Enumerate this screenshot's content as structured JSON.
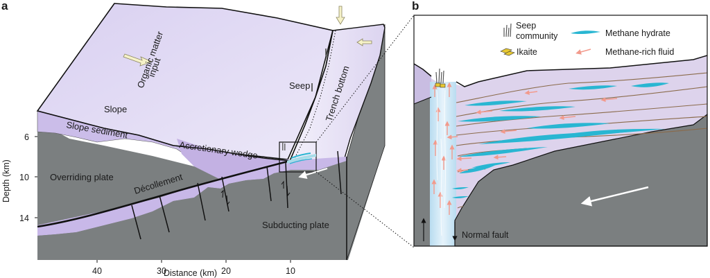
{
  "panels": {
    "a": {
      "letter": "a",
      "labels": {
        "organic_matter_line1": "Organic matter",
        "organic_matter_line2": "input",
        "slope": "Slope",
        "slope_sediment": "Slope sediment",
        "accretionary_wedge": "Accretionary wedge",
        "overriding_plate": "Overriding plate",
        "decollement": "Décollement",
        "subducting_plate": "Subducting plate",
        "seep": "Seep",
        "trench_bottom": "Trench bottom"
      },
      "y_axis": {
        "label": "Depth (km)",
        "ticks": [
          "6",
          "10",
          "14"
        ]
      },
      "x_axis": {
        "label": "Distance (km)",
        "ticks": [
          "40",
          "30",
          "20",
          "10"
        ]
      }
    },
    "b": {
      "letter": "b",
      "legend": [
        {
          "icon": "seep-community-icon",
          "label_line1": "Seep",
          "label_line2": "community"
        },
        {
          "icon": "methane-hydrate-icon",
          "label": "Methane hydrate"
        },
        {
          "icon": "ikaite-icon",
          "label": "Ikaite"
        },
        {
          "icon": "methane-rich-fluid-icon",
          "label": "Methane-rich fluid"
        }
      ],
      "labels": {
        "normal_fault": "Normal fault"
      }
    }
  },
  "colors": {
    "slope_surface": "#dcd6f2",
    "sediment": "#cbbde9",
    "wedge": "#c3b1e3",
    "plate": "#7b7f80",
    "plate_dark": "#6c7070",
    "hydrate": "#29b6d2",
    "fluid": "#f4a79a",
    "seep_column": "#c8e4f3",
    "layer_line": "#8a6a4a",
    "arrow_pale": "#f6f2c8",
    "sediment_b": "#ddd3ec"
  }
}
